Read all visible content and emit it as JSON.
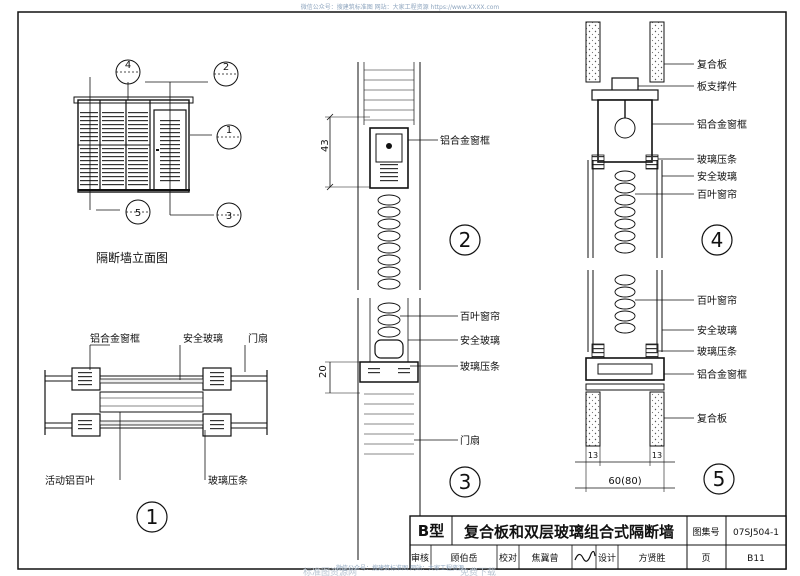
{
  "watermark_top": "微信公众号：搜建筑标准图   网站：大家工程资源 https://www.XXXX.com",
  "watermark_bottom": "微信公众号：搜建筑标准图   网站：大家工程资源",
  "watermark_bottom2": "标准图资源网",
  "watermark_bottom3": "免费下载",
  "elevation": {
    "caption": "隔断墙立面图",
    "callouts": [
      "4",
      "2",
      "1",
      "5",
      "3"
    ]
  },
  "detail1": {
    "number": "1",
    "labels": {
      "frame": "铝合金窗框",
      "safety_glass": "安全玻璃",
      "door_leaf": "门扇",
      "louver": "活动铝百叶",
      "bead": "玻璃压条"
    }
  },
  "detail2": {
    "number": "2",
    "dim": "43",
    "labels": {
      "frame": "铝合金窗框"
    }
  },
  "detail3": {
    "number": "3",
    "dim": "20",
    "labels": {
      "blind": "百叶窗帘",
      "safety_glass": "安全玻璃",
      "bead": "玻璃压条",
      "door_leaf": "门扇"
    }
  },
  "detail4": {
    "number": "4",
    "labels": {
      "composite": "复合板",
      "support": "板支撑件",
      "frame": "铝合金窗框",
      "bead": "玻璃压条",
      "safety_glass": "安全玻璃",
      "blind": "百叶窗帘"
    }
  },
  "detail5": {
    "number": "5",
    "dim_left": "13",
    "dim_right": "13",
    "dim_total": "60(80)",
    "labels": {
      "blind": "百叶窗帘",
      "safety_glass": "安全玻璃",
      "bead": "玻璃压条",
      "frame": "铝合金窗框",
      "composite": "复合板"
    }
  },
  "title_block": {
    "type": "B型",
    "title": "复合板和双层玻璃组合式隔断墙",
    "atlas_label": "图集号",
    "atlas_no": "07SJ504-1",
    "review": "审核",
    "reviewer": "顾伯岳",
    "check": "校对",
    "checker": "焦冀曾",
    "design": "设计",
    "designer": "方贤胜",
    "page_label": "页",
    "page_no": "B11"
  }
}
